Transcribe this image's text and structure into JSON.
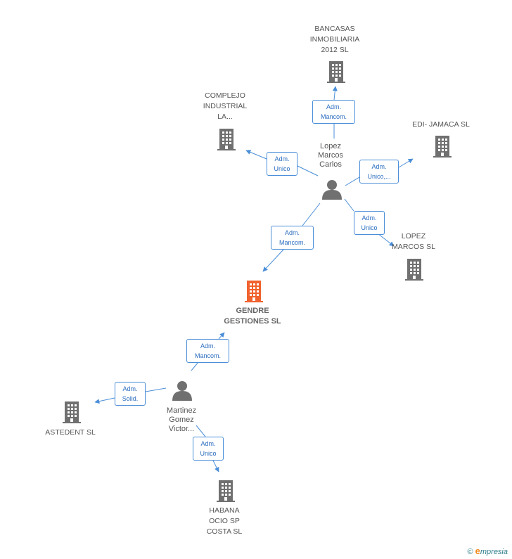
{
  "colors": {
    "company": "#707070",
    "main_company": "#f0622e",
    "person": "#707070",
    "link": "#4a8ed8",
    "tag_text": "#2b6dbf"
  },
  "main": {
    "name": "GENDRE\nGESTIONES SL",
    "icon": "building-icon"
  },
  "companies": [
    {
      "id": "bancasas",
      "name": "BANCASAS\nINMOBILIARIA\n2012 SL",
      "icon": "building-icon"
    },
    {
      "id": "complejo",
      "name": "COMPLEJO\nINDUSTRIAL\nLA...",
      "icon": "building-icon"
    },
    {
      "id": "edi",
      "name": "EDI- JAMACA SL",
      "icon": "building-icon"
    },
    {
      "id": "lopezsl",
      "name": "LOPEZ\nMARCOS SL",
      "icon": "building-icon"
    },
    {
      "id": "astedent",
      "name": "ASTEDENT SL",
      "icon": "building-icon"
    },
    {
      "id": "habana",
      "name": "HABANA\nOCIO SP\nCOSTA SL",
      "icon": "building-icon"
    }
  ],
  "persons": [
    {
      "id": "lopez",
      "name": "Lopez\nMarcos\nCarlos",
      "icon": "person-icon"
    },
    {
      "id": "martinez",
      "name": "Martinez\nGomez\nVictor...",
      "icon": "person-icon"
    }
  ],
  "relations": [
    {
      "from": "lopez",
      "to": "bancasas",
      "label": "Adm.\nMancom."
    },
    {
      "from": "lopez",
      "to": "complejo",
      "label": "Adm.\nUnico"
    },
    {
      "from": "lopez",
      "to": "edi",
      "label": "Adm.\nUnico,..."
    },
    {
      "from": "lopez",
      "to": "lopezsl",
      "label": "Adm.\nUnico"
    },
    {
      "from": "lopez",
      "to": "main",
      "label": "Adm.\nMancom."
    },
    {
      "from": "martinez",
      "to": "main",
      "label": "Adm.\nMancom."
    },
    {
      "from": "martinez",
      "to": "astedent",
      "label": "Adm.\nSolid."
    },
    {
      "from": "martinez",
      "to": "habana",
      "label": "Adm.\nUnico"
    }
  ],
  "footer": {
    "copyright": "©",
    "brand_initial": "e",
    "brand_rest": "mpresia"
  }
}
